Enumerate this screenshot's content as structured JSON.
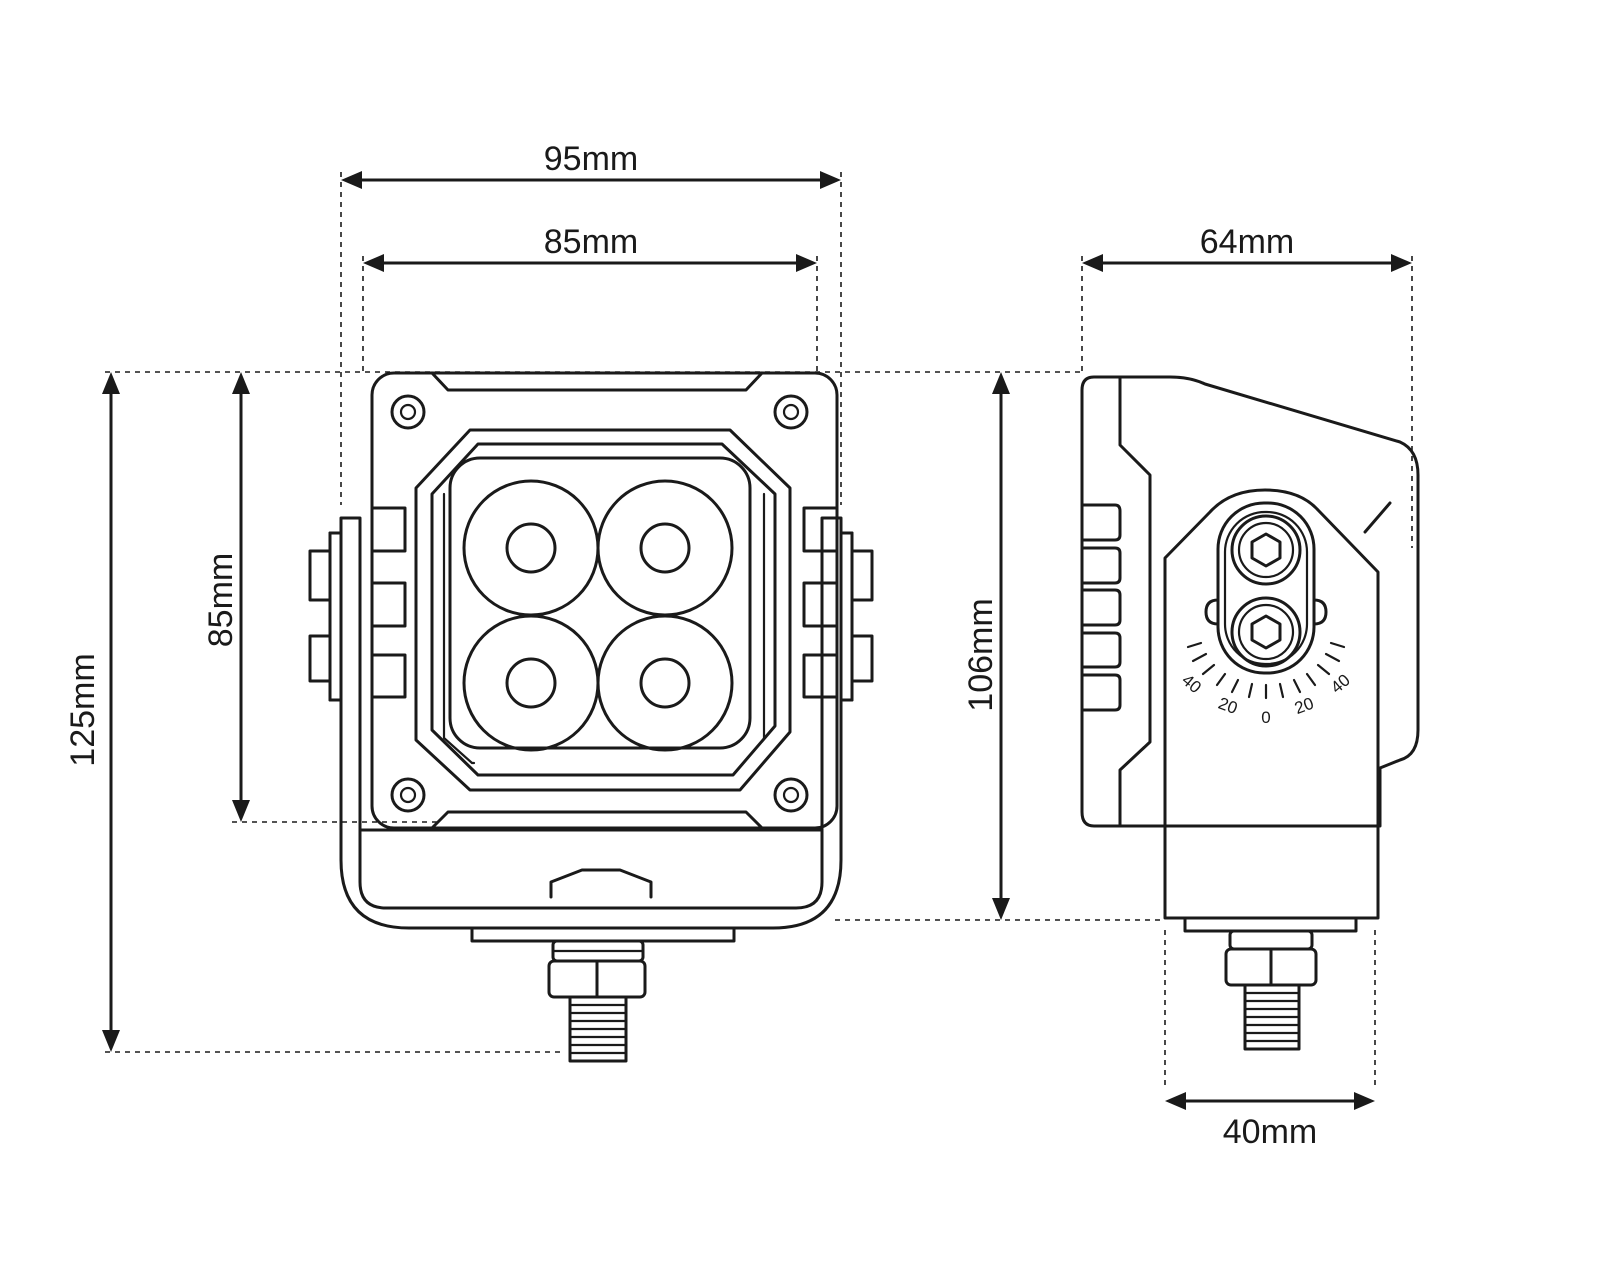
{
  "diagram": {
    "title": "LED work light dimension drawing",
    "front_view": {
      "dim_width_total": "95mm",
      "dim_width_body": "85mm",
      "dim_height_body": "85mm",
      "dim_height_total": "125mm"
    },
    "side_view": {
      "dim_depth": "64mm",
      "dim_height": "106mm",
      "dim_bracket_width": "40mm",
      "angle_scale": [
        "40",
        "20",
        "0",
        "20",
        "40"
      ]
    }
  }
}
